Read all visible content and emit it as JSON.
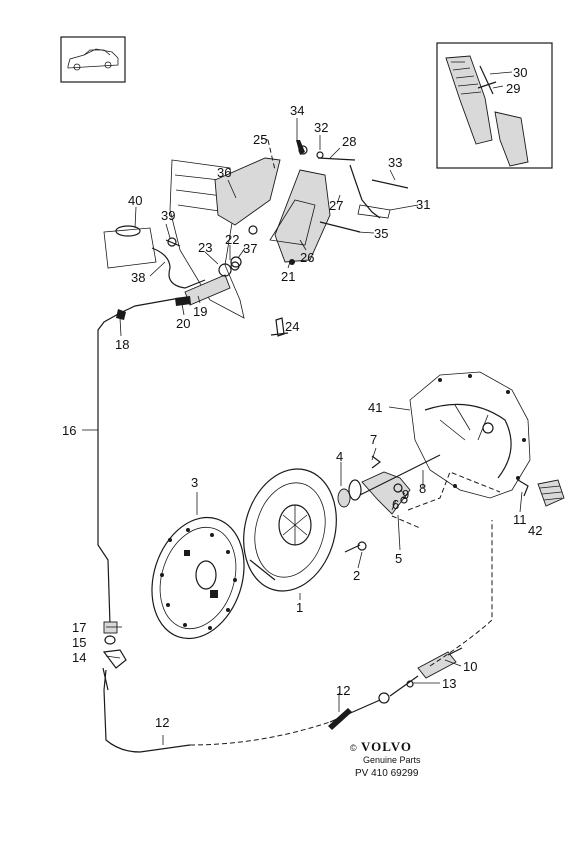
{
  "callouts": [
    {
      "id": "c1",
      "text": "1"
    },
    {
      "id": "c2",
      "text": "2"
    },
    {
      "id": "c3",
      "text": "3"
    },
    {
      "id": "c4",
      "text": "4"
    },
    {
      "id": "c5",
      "text": "5"
    },
    {
      "id": "c6",
      "text": "6"
    },
    {
      "id": "c7",
      "text": "7"
    },
    {
      "id": "c8",
      "text": "8"
    },
    {
      "id": "c9",
      "text": "9"
    },
    {
      "id": "c10",
      "text": "10"
    },
    {
      "id": "c11",
      "text": "11"
    },
    {
      "id": "c12a",
      "text": "12"
    },
    {
      "id": "c12b",
      "text": "12"
    },
    {
      "id": "c13",
      "text": "13"
    },
    {
      "id": "c14",
      "text": "14"
    },
    {
      "id": "c15",
      "text": "15"
    },
    {
      "id": "c16",
      "text": "16"
    },
    {
      "id": "c17",
      "text": "17"
    },
    {
      "id": "c18",
      "text": "18"
    },
    {
      "id": "c19",
      "text": "19"
    },
    {
      "id": "c20",
      "text": "20"
    },
    {
      "id": "c21",
      "text": "21"
    },
    {
      "id": "c22",
      "text": "22"
    },
    {
      "id": "c23",
      "text": "23"
    },
    {
      "id": "c24",
      "text": "24"
    },
    {
      "id": "c25",
      "text": "25"
    },
    {
      "id": "c26",
      "text": "26"
    },
    {
      "id": "c27",
      "text": "27"
    },
    {
      "id": "c28",
      "text": "28"
    },
    {
      "id": "c29",
      "text": "29"
    },
    {
      "id": "c30",
      "text": "30"
    },
    {
      "id": "c31",
      "text": "31"
    },
    {
      "id": "c32",
      "text": "32"
    },
    {
      "id": "c33",
      "text": "33"
    },
    {
      "id": "c34",
      "text": "34"
    },
    {
      "id": "c35",
      "text": "35"
    },
    {
      "id": "c36",
      "text": "36"
    },
    {
      "id": "c37",
      "text": "37"
    },
    {
      "id": "c38",
      "text": "38"
    },
    {
      "id": "c39",
      "text": "39"
    },
    {
      "id": "c40",
      "text": "40"
    },
    {
      "id": "c41",
      "text": "41"
    },
    {
      "id": "c42",
      "text": "42"
    }
  ],
  "footer": {
    "copyright": "©",
    "brand": "VOLVO",
    "subtitle": "Genuine Parts",
    "code": "PV 410 69299"
  }
}
